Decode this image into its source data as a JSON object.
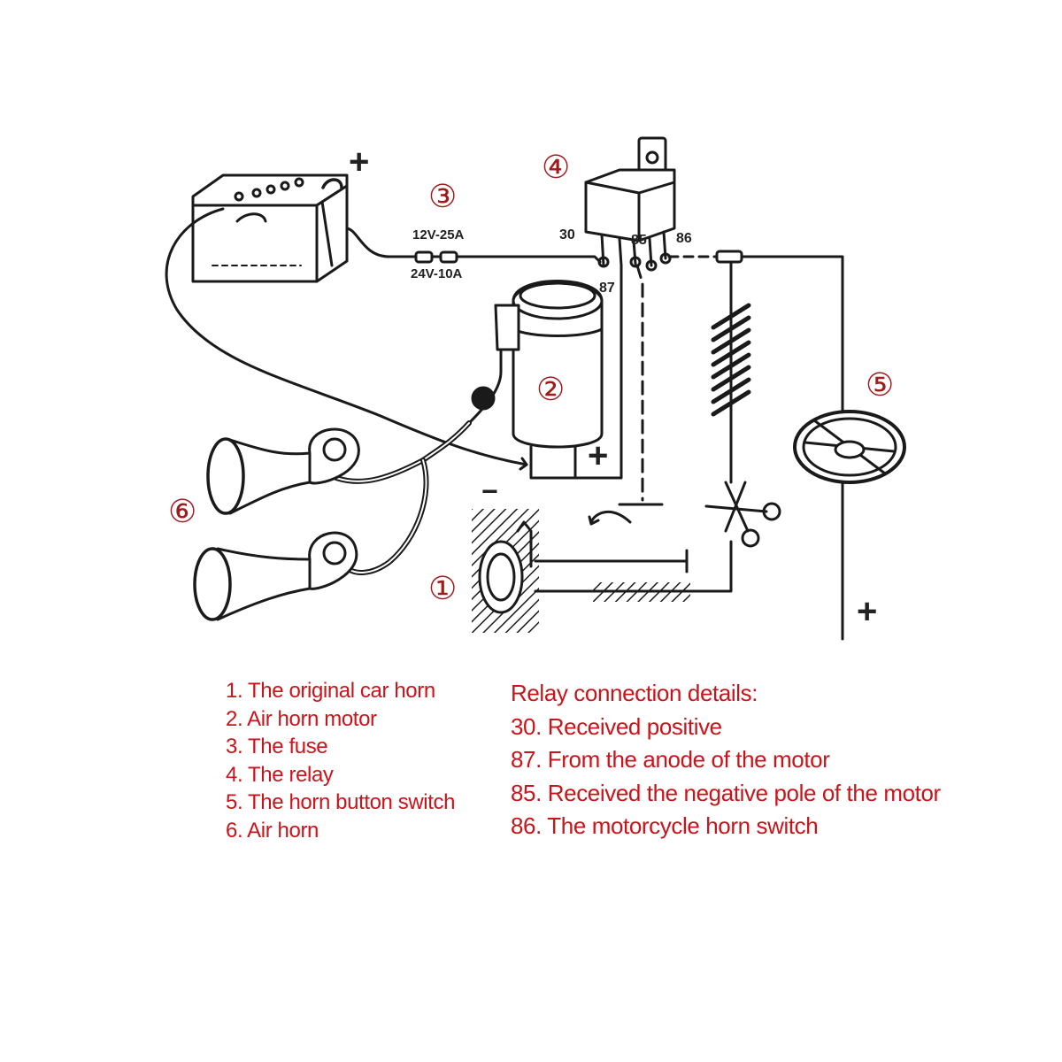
{
  "diagram": {
    "battery": {
      "plus": "+"
    },
    "fuse": {
      "rating_12v": "12V-25A",
      "rating_24v": "24V-10A"
    },
    "relay": {
      "pin_30": "30",
      "pin_85": "85",
      "pin_86": "86",
      "pin_87": "87"
    },
    "motor": {
      "plus": "+",
      "minus": "−"
    },
    "horn_button": {
      "plus": "+"
    },
    "callouts": [
      "①",
      "②",
      "③",
      "④",
      "⑤",
      "⑥"
    ]
  },
  "legend_components": [
    "1. The original car horn",
    "2. Air horn motor",
    "3. The fuse",
    "4. The relay",
    "5. The horn button switch",
    "6. Air horn"
  ],
  "legend_relay": {
    "title": "Relay connection details:",
    "items": [
      "30. Received positive",
      "87. From the anode of the motor",
      "85. Received the negative pole of the motor",
      "86. The motorcycle horn switch"
    ]
  },
  "colors": {
    "legend_text": "#c8141a",
    "callout": "#a01c1c",
    "line": "#1a1a1a"
  }
}
